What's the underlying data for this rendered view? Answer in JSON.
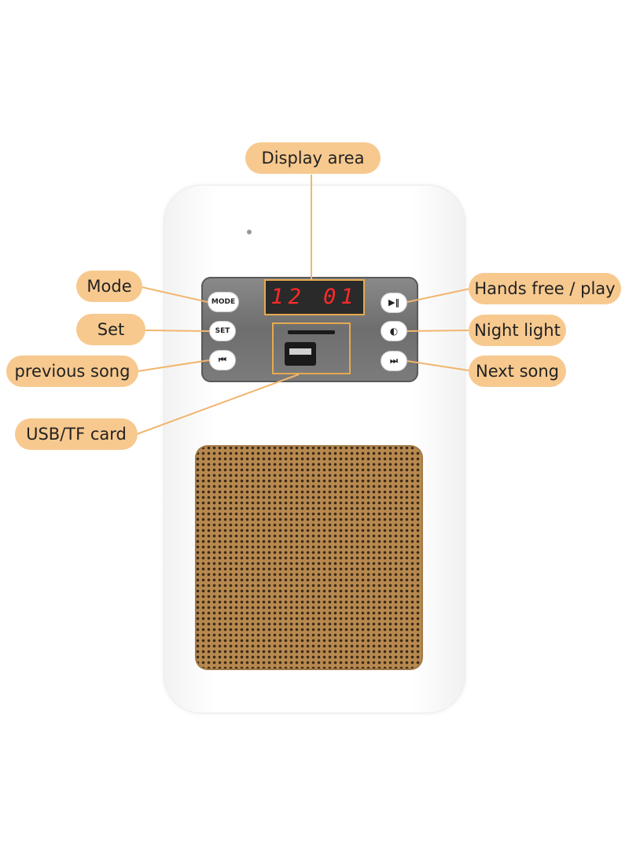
{
  "device": {
    "display_digits": "12 01",
    "buttons": {
      "mode": "MODE",
      "set": "SET",
      "prev": "⏮",
      "play": "▶‖",
      "light": "◐",
      "next": "⏭"
    }
  },
  "labels": {
    "display_area": "Display area",
    "mode": "Mode",
    "set": "Set",
    "previous_song": "previous song",
    "usb_tf_card": "USB/TF card",
    "hands_free_play": "Hands free / play",
    "night_light": "Night light",
    "next_song": "Next song"
  },
  "colors": {
    "callout_fill": "#f7c98f",
    "leader_line": "#f2b66e",
    "display_text": "#ff2a2a",
    "highlight_border": "#e6a94f",
    "grille": "#b8894f"
  }
}
